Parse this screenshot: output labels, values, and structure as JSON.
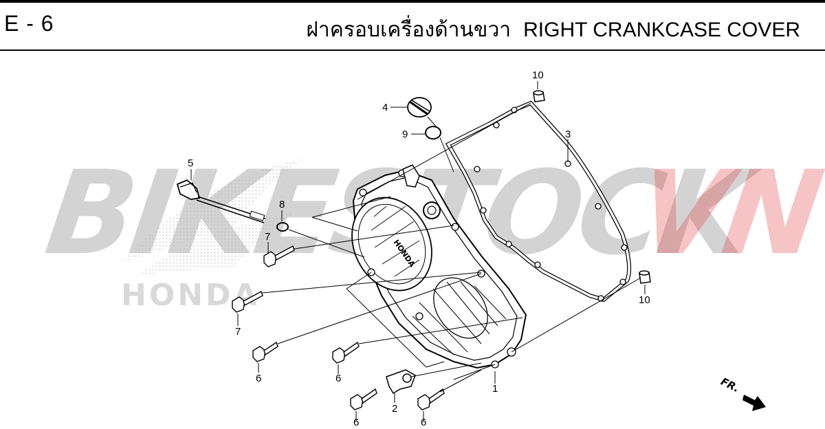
{
  "header": {
    "page_id": "E - 6",
    "title_thai": "ฝาครอบเครื่องด้านขวา",
    "title_en": "RIGHT CRANKCASE COVER"
  },
  "watermark": {
    "main": "BIKESTOCK",
    "accent": "VN",
    "brand": "HONDA",
    "accent_color": "#e64646"
  },
  "cover_logo_text": "HONDA",
  "direction_label": "FR.",
  "callouts": [
    "10",
    "4",
    "9",
    "3",
    "5",
    "8",
    "7",
    "7",
    "6",
    "6",
    "10",
    "1",
    "2",
    "6",
    "6"
  ]
}
